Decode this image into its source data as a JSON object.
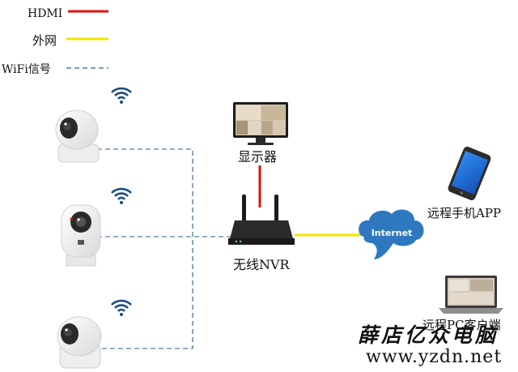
{
  "legend": {
    "hdmi_label": "HDMI",
    "external_label": "外网",
    "wifi_label": "WiFi信号"
  },
  "devices": {
    "monitor_label": "显示器",
    "nvr_label": "无线NVR",
    "phone_label": "远程手机APP",
    "pc_label": "远程PC客户端",
    "internet_label": "Internet"
  },
  "watermark": {
    "title": "薛店亿众电脑",
    "url": "www.yzdn.net"
  },
  "colors": {
    "hdmi": "#e01010",
    "external": "#f2e400",
    "wifi": "#2a5f8a",
    "cloud": "#2e78c0",
    "phone_screen": "#1f6fd8"
  },
  "icons": {
    "camera": "security-camera-icon",
    "wifi": "wifi-signal-icon",
    "monitor": "monitor-icon",
    "router": "nvr-router-icon",
    "phone": "smartphone-icon",
    "laptop": "laptop-icon",
    "cloud": "cloud-icon"
  }
}
